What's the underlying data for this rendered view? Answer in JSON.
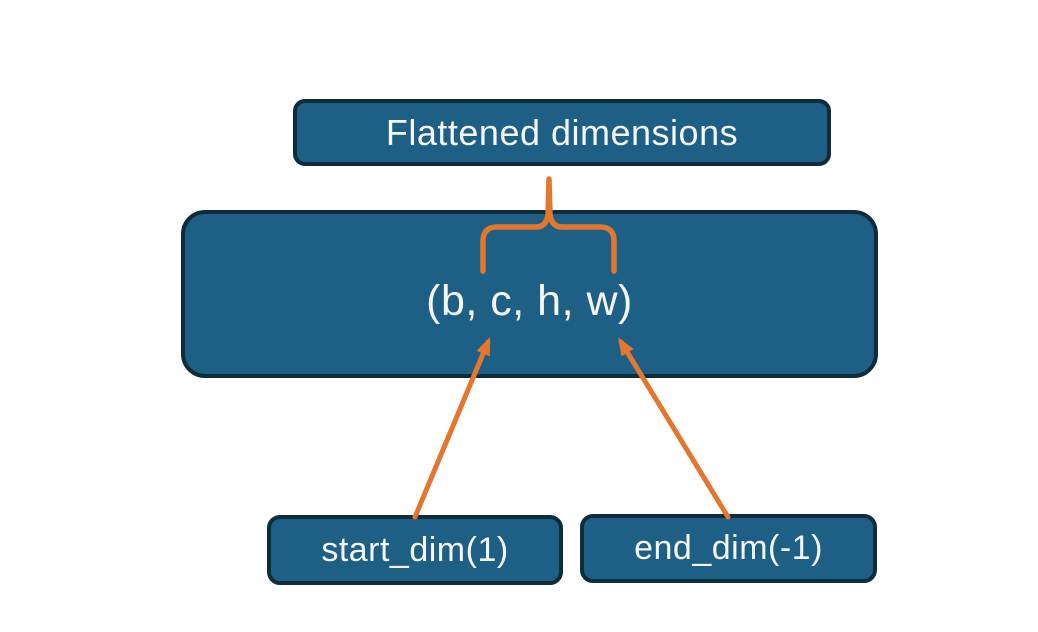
{
  "nodes": {
    "flattened": {
      "label": "Flattened dimensions"
    },
    "tensor": {
      "label": "(b, c, h, w)"
    },
    "start_dim": {
      "label": "start_dim(1)"
    },
    "end_dim": {
      "label": "end_dim(-1)"
    }
  },
  "connectors": {
    "brace": {
      "type": "curly-brace-up",
      "groups": "c, h dimensions of (b, c, h, w)",
      "links_to": "flattened"
    },
    "start_arrow": {
      "type": "arrow",
      "from": "start_dim",
      "to": "tensor"
    },
    "end_arrow": {
      "type": "arrow",
      "from": "end_dim",
      "to": "tensor"
    }
  },
  "colors": {
    "node_fill": "#1e5f85",
    "node_border": "#0e2c39",
    "accent": "#e4762d",
    "text_color": "#f4f6f7",
    "background": "#ffffff"
  }
}
